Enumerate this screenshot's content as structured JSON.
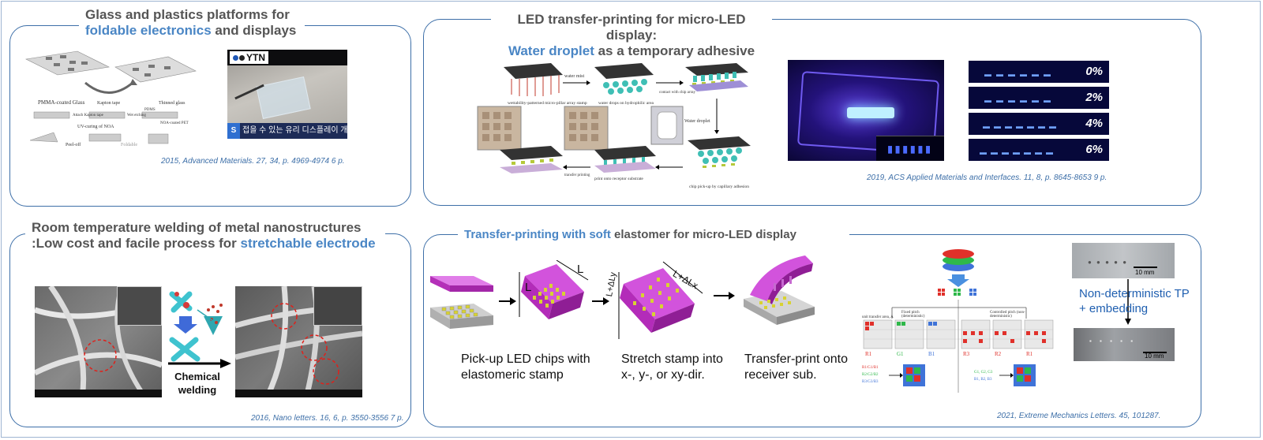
{
  "panels": {
    "foldable": {
      "title_pre": "Glass and plastics platforms for",
      "title_hl": "foldable electronics",
      "title_post": " and displays",
      "diagram_labels": [
        "PMMA-coated Glass",
        "Kapton tape",
        "Thinned glass",
        "Attach Kapton tape",
        "Wet etching",
        "PDMS",
        "NOA-coated PET",
        "UV-curing of NOA",
        "Peel-off",
        "Foldable"
      ],
      "news_logo": "YTN",
      "news_badge": "S",
      "news_caption": "접을 수 있는 유리 디스플레이 개발",
      "citation": "2015, Advanced Materials. 27, 34, p. 4969-4974 6 p."
    },
    "led": {
      "title_line1": "LED transfer-printing for micro-LED display:",
      "title_hl": "Water droplet",
      "title_post": " as a temporary adhesive",
      "diagram_labels": [
        "water mist",
        "wettability-patterned micro-pillar array stamp",
        "water drops on hydrophilic area",
        "contact with chip array",
        "Water droplet",
        "chip pick-up by capillary adhesion",
        "print onto receptor substrate",
        "transfer printing"
      ],
      "strain_labels": [
        "0%",
        "2%",
        "4%",
        "6%"
      ],
      "citation": "2019, ACS Applied Materials and Interfaces. 11, 8, p. 8645-8653 9 p."
    },
    "welding": {
      "title_line1": "Room temperature welding of metal nanostructures",
      "title_pre": ":Low cost and facile process for ",
      "title_hl": "stretchable electrode",
      "process_label_1": "Chemical",
      "process_label_2": "welding",
      "citation": "2016, Nano letters. 16, 6, p. 3550-3556 7 p."
    },
    "soft": {
      "title_hl": "Transfer-printing with soft",
      "title_post": " elastomer for micro-LED display",
      "dim_L": "L",
      "dim_Ly": "L+ΔLy",
      "dim_Lx": "L+ΔLx",
      "step1_line1": "Pick-up LED chips with",
      "step1_line2": "elastomeric stamp",
      "step2_line1": "Stretch stamp into",
      "step2_line2": "x-, y-, or xy-dir.",
      "step3_line1": "Transfer-print onto",
      "step3_line2": "receiver sub.",
      "pitch_labels": [
        "Fixed pitch (deterministic)",
        "Controlled pitch (non-deterministic)",
        "unit transfer area, A"
      ],
      "grid_labels": [
        "R1",
        "G1",
        "B1",
        "R3",
        "R2",
        "R1"
      ],
      "seq_left": [
        "R1/G1/B1",
        "R2/G2/B2",
        "R3/G3/B3"
      ],
      "seq_right": [
        "G1, G2, G3",
        "B1, B2, B3"
      ],
      "nd_line1": "Non-deterministic TP",
      "nd_line2": "+ embedding",
      "scale_bar": "10 mm",
      "citation": "2021, Extreme Mechanics Letters. 45, 101287."
    }
  }
}
